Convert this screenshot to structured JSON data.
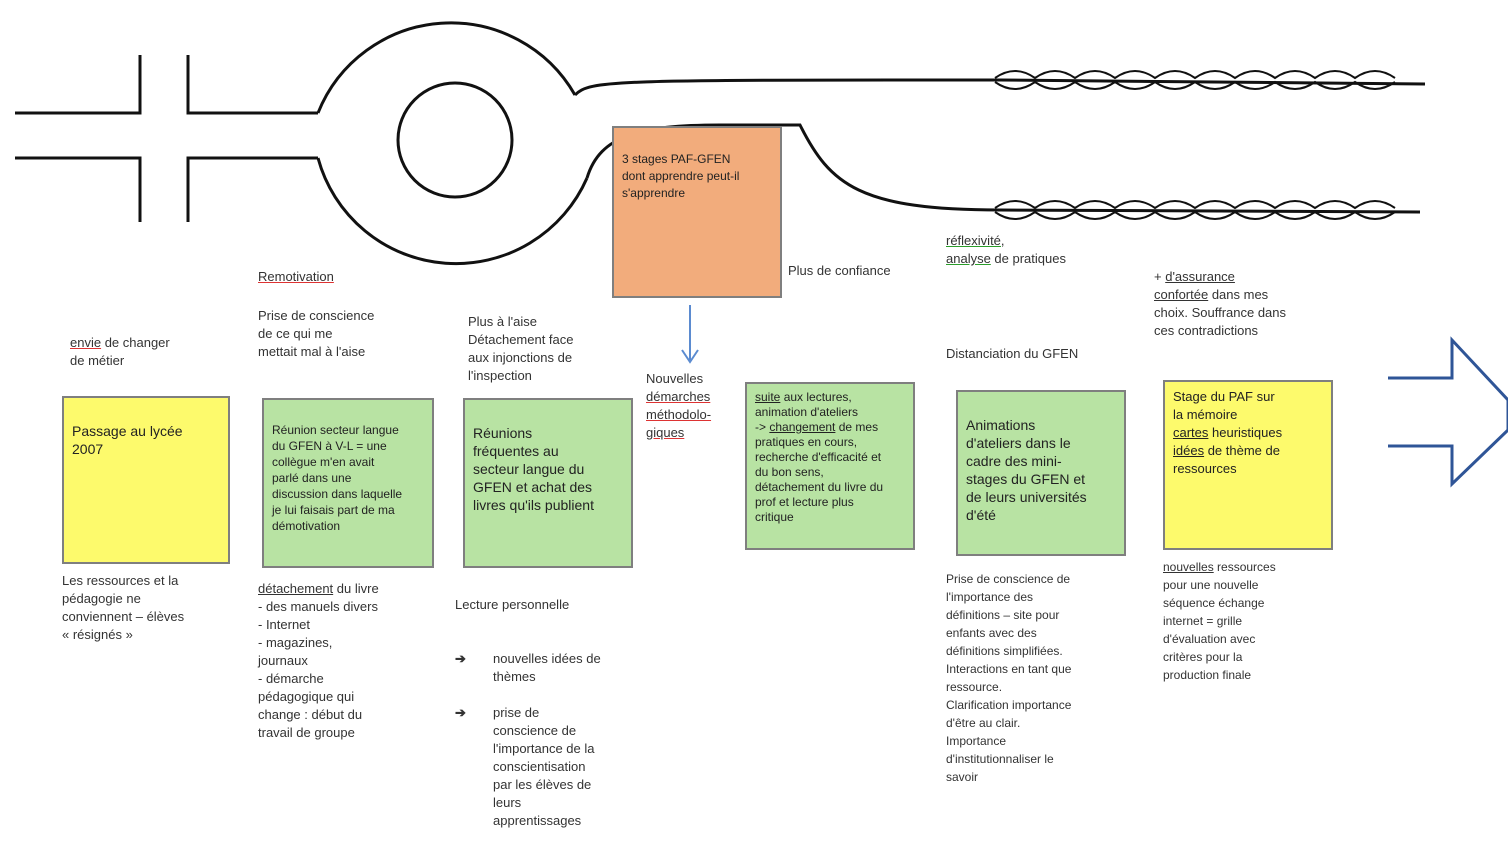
{
  "colors": {
    "yellow": "#fdfa6c",
    "green": "#b8e3a3",
    "orange": "#f2ac7c",
    "arrow_blue": "#2f5597",
    "line": "#111111"
  },
  "icons": {
    "big_right_arrow": "outline-right-arrow-icon",
    "down_arrow": "thin-down-arrow-icon",
    "bullet": "right-arrow-bullet-icon"
  },
  "top": {
    "orange_box": "3 stages PAF-GFEN\ndont apprendre peut-il\ns'apprendre",
    "plus_confiance": "Plus de confiance",
    "reflexivite_1": "réflexivité,",
    "reflexivite_2": "analyse",
    "reflexivite_3": " de pratiques"
  },
  "col1": {
    "above_1": "envie",
    "above_2": " de changer\nde métier",
    "box": "Passage au lycée\n2007",
    "below": "Les ressources et la\npédagogie ne\nconviennent – élèves\n« résignés »"
  },
  "col2": {
    "title": "Remotivation",
    "above": "Prise de conscience\nde ce qui me\nmettait mal à l'aise",
    "box": "Réunion secteur langue\ndu GFEN à V-L = une\ncollègue m'en avait\nparlé dans une\ndiscussion dans laquelle\nje lui faisais part de ma\ndémotivation",
    "below_1": "détachement",
    "below_2": " du livre\n- des manuels divers\n- Internet\n - magazines,\njournaux\n- démarche\npédagogique qui\nchange : début du\ntravail de groupe"
  },
  "col3": {
    "above": "Plus à l'aise\nDétachement face\naux injonctions de\nl'inspection",
    "box": "Réunions\nfréquentes au\nsecteur langue du\nGFEN et achat des\nlivres qu'ils publient",
    "below_title": "Lecture personnelle",
    "bullets": [
      "nouvelles idées de\nthèmes",
      "prise de\nconscience de\nl'importance de la\nconscientisation\npar les élèves de\nleurs\napprentissages"
    ]
  },
  "col4": {
    "label_1": "Nouvelles\n",
    "label_2": "démarches\nméthodolo-\ngiques",
    "box_1": "suite",
    "box_2": " aux lectures,\nanimation d'ateliers\n-> ",
    "box_3": "changement",
    "box_4": " de mes\npratiques en cours,\nrecherche d'efficacité et\ndu bon sens,\ndétachement du livre du\nprof et lecture plus\ncritique"
  },
  "col5": {
    "above": "Distanciation du GFEN",
    "box": "Animations\nd'ateliers dans le\ncadre des mini-\nstages du GFEN et\nde leurs universités\nd'été",
    "below": "Prise de conscience de\nl'importance des\ndéfinitions – site pour\nenfants avec des\ndéfinitions simplifiées.\nInteractions en tant que\nressource.\nClarification importance\nd'être au clair.\nImportance\nd'institutionnaliser le\nsavoir"
  },
  "col6": {
    "above_1": "+ ",
    "above_2": "d'assurance",
    "above_3": "\n",
    "above_4": "confortée",
    "above_5": " dans mes\nchoix. Souffrance dans\nces contradictions",
    "box_1": "Stage du PAF sur\nla mémoire\n",
    "box_2": "cartes",
    "box_3": " heuristiques\n",
    "box_4": "idées",
    "box_5": " de thème de\nressources",
    "below_1": "nouvelles",
    "below_2": " ressources\npour une nouvelle\nséquence échange\ninternet = grille\nd'évaluation avec\ncritères pour la\nproduction finale"
  }
}
